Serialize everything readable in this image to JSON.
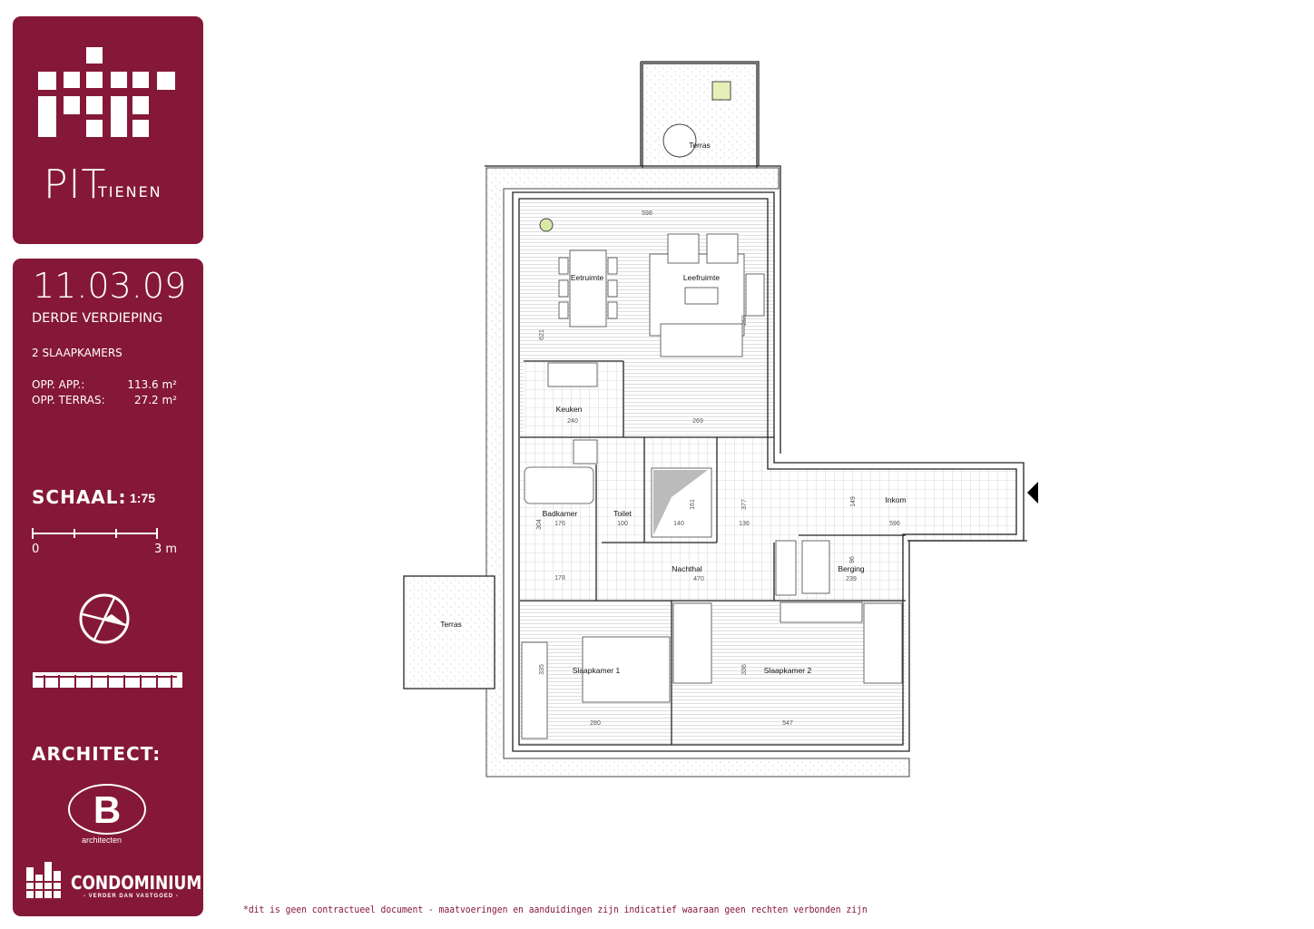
{
  "brand": {
    "name": "PIT",
    "city": "TIENEN"
  },
  "unit": {
    "number": "11.03.09",
    "floor": "DERDE VERDIEPING",
    "bedrooms": "2 SLAAPKAMERS",
    "areas": [
      {
        "label": "OPP. APP.:",
        "value": "113.6  m²"
      },
      {
        "label": "OPP. TERRAS:",
        "value": "27.2  m²"
      }
    ]
  },
  "scale": {
    "label": "SCHAAL:",
    "value": "1:75",
    "bar_start": "0",
    "bar_end": "3 m"
  },
  "icons": {
    "compass": "compass-icon",
    "building": "building-elevation-icon"
  },
  "architect": {
    "label": "ARCHITECT:",
    "logo_letter": "B",
    "logo_sub": "architecten"
  },
  "developer": {
    "name": "CONDOMINIUM",
    "tagline": "- VERDER DAN VASTGOED -"
  },
  "disclaimer": "*dit is geen contractueel document - maatvoeringen en aanduidingen zijn indicatief waaraan geen rechten verbonden zijn",
  "colors": {
    "brand": "#851838"
  },
  "plan": {
    "rooms": [
      "Terras",
      "Eetruimte",
      "Leefruimte",
      "Keuken",
      "Badkamer",
      "Toilet",
      "Nachthal",
      "Inkom",
      "Berging",
      "Terras",
      "Slaapkamer 1",
      "Slaapkamer 2"
    ],
    "dimensions": [
      "598",
      "621",
      "269",
      "240",
      "269",
      "176",
      "100",
      "140",
      "161",
      "377",
      "136",
      "304",
      "178",
      "470",
      "149",
      "596",
      "96",
      "239",
      "335",
      "280",
      "336",
      "547"
    ]
  }
}
